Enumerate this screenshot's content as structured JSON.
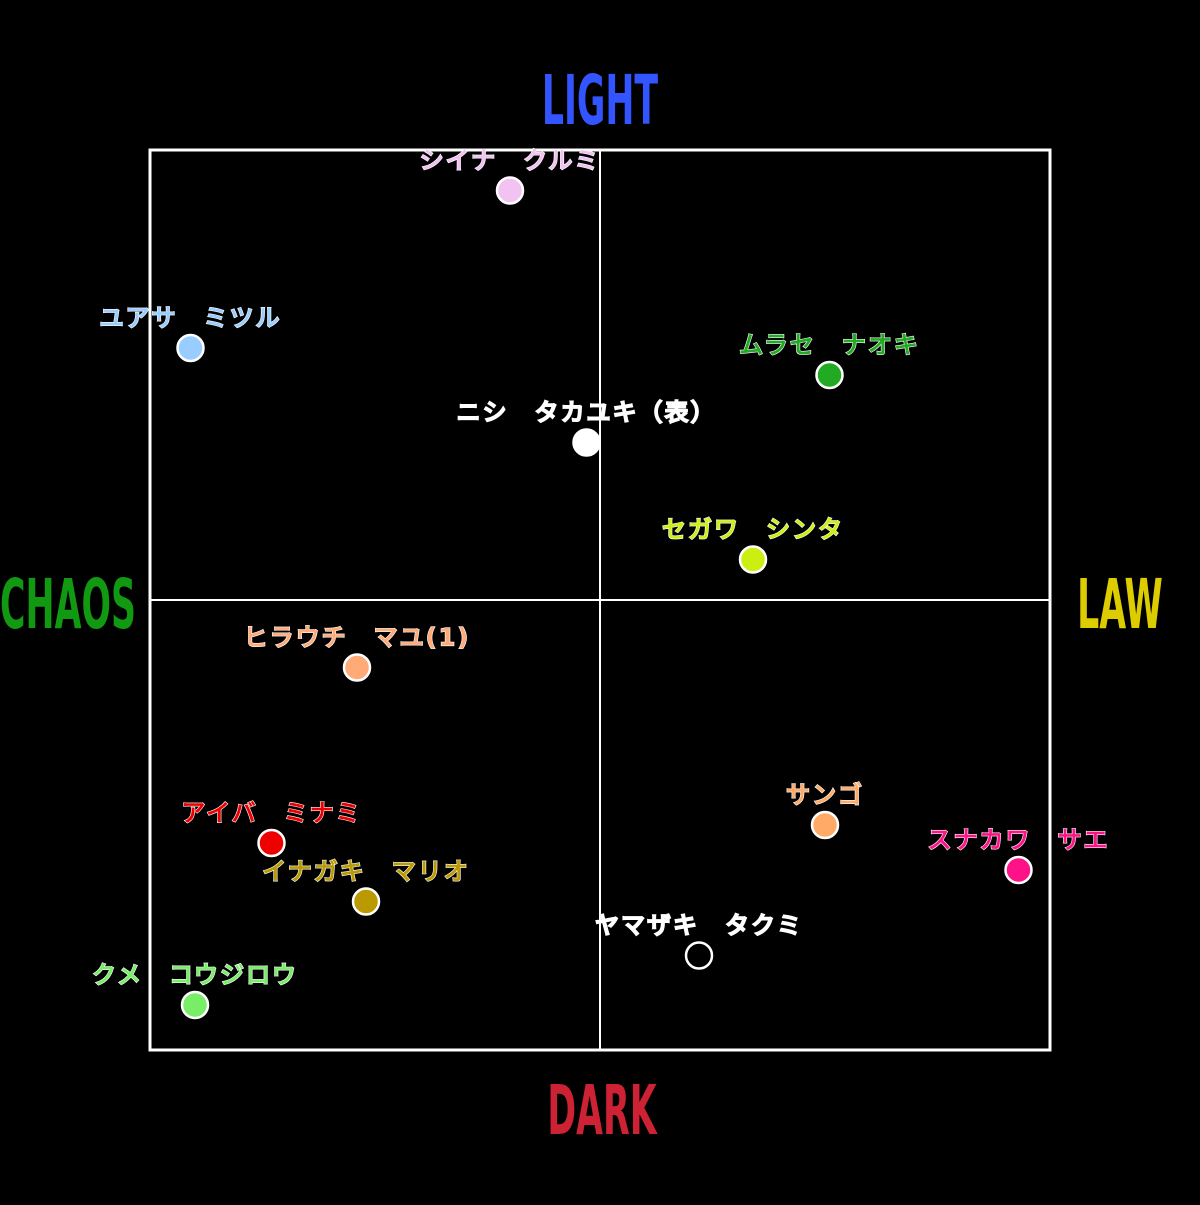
{
  "chart_data": {
    "type": "scatter",
    "title": "",
    "xlim": [
      -1,
      1
    ],
    "ylim": [
      -1,
      1
    ],
    "axis_labels": {
      "top": "LIGHT",
      "bottom": "DARK",
      "left": "CHAOS",
      "right": "LAW"
    },
    "axis_colors": {
      "top": "#3355ff",
      "bottom": "#cc2233",
      "left": "#119911",
      "right": "#ddcc00"
    },
    "grid": "quadrant cross",
    "points": [
      {
        "label": "シイナ　クルミ",
        "x": -0.2,
        "y": 0.91,
        "color": "#f2c2f2",
        "text_color": "#f2c2f2",
        "hollow": false
      },
      {
        "label": "ユアサ　ミツル",
        "x": -0.91,
        "y": 0.56,
        "color": "#99ccff",
        "text_color": "#99ccff",
        "hollow": false
      },
      {
        "label": "ムラセ　ナオキ",
        "x": 0.51,
        "y": 0.5,
        "color": "#22aa22",
        "text_color": "#22aa22",
        "hollow": false
      },
      {
        "label": "ニシ　タカユキ（表）",
        "x": -0.03,
        "y": 0.35,
        "color": "#ffffff",
        "text_color": "#ffffff",
        "hollow": false
      },
      {
        "label": "セガワ　シンタ",
        "x": 0.34,
        "y": 0.09,
        "color": "#ccee11",
        "text_color": "#ccee11",
        "hollow": false
      },
      {
        "label": "ヒラウチ　マユ(1)",
        "x": -0.54,
        "y": -0.15,
        "color": "#ffaa77",
        "text_color": "#ffaa77",
        "hollow": false
      },
      {
        "label": "アイバ　ミナミ",
        "x": -0.73,
        "y": -0.54,
        "color": "#ee0000",
        "text_color": "#ee0000",
        "hollow": false
      },
      {
        "label": "イナガキ　マリオ",
        "x": -0.52,
        "y": -0.67,
        "color": "#bb9900",
        "text_color": "#bb9900",
        "hollow": false
      },
      {
        "label": "クメ　コウジロウ",
        "x": -0.9,
        "y": -0.9,
        "color": "#77ee66",
        "text_color": "#77ee66",
        "hollow": false
      },
      {
        "label": "ヤマザキ　タクミ",
        "x": 0.22,
        "y": -0.79,
        "color": "#000000",
        "text_color": "#ffffff",
        "hollow": true
      },
      {
        "label": "サンゴ",
        "x": 0.5,
        "y": -0.5,
        "color": "#ffaa66",
        "text_color": "#ffaa66",
        "hollow": false
      },
      {
        "label": "スナカワ　サエ",
        "x": 0.93,
        "y": -0.6,
        "color": "#ff1188",
        "text_color": "#ff1188",
        "hollow": false
      }
    ]
  }
}
